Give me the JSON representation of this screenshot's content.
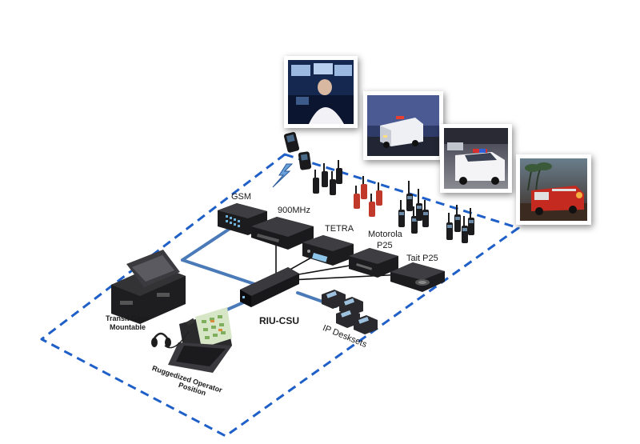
{
  "diagram": {
    "labels": {
      "gsm": "GSM",
      "mhz900": "900MHz",
      "tetra": "TETRA",
      "motorola_line1": "Motorola",
      "motorola_line2": "P25",
      "tait": "Tait P25",
      "transit_line1": "Transit Case",
      "transit_line2": "Mountable",
      "riu": "RIU-CSU",
      "ip_desksets": "IP Desksets",
      "operator_line1": "Ruggedized Operator",
      "operator_line2": "Position"
    },
    "photos": [
      {
        "icon": "dispatcher-console-photo"
      },
      {
        "icon": "ambulance-photo"
      },
      {
        "icon": "police-car-photo"
      },
      {
        "icon": "fire-truck-photo"
      }
    ],
    "colors": {
      "boundary": "#1f5fc8",
      "link_primary": "#4a7ab8",
      "link_secondary": "#111111",
      "device_body": "#1c1c1e",
      "radio_red": "#c0392b"
    }
  }
}
